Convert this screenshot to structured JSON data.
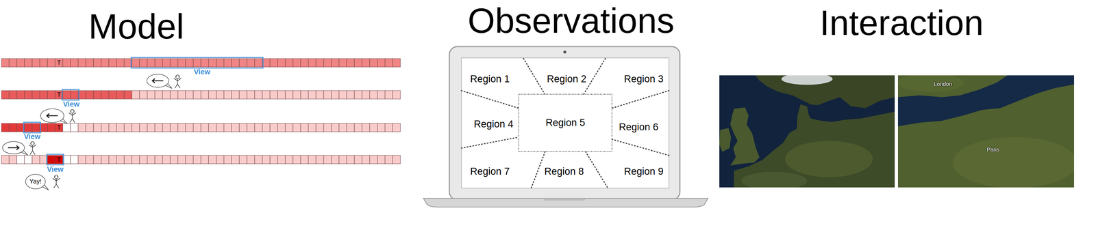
{
  "diagram": {
    "nodes": [
      {
        "text": [
          "Region 5"
        ]
      }
    ],
    "labels": [
      "Model",
      "Observations",
      "Interaction",
      "T",
      "View",
      "T",
      "View",
      "T",
      "View",
      "T",
      "View",
      "Yay!",
      "Region 1",
      "Region 2",
      "Region 3",
      "Region 4",
      "Region 6",
      "Region 7",
      "Region 8",
      "Region 9",
      "London",
      "Paris"
    ]
  }
}
